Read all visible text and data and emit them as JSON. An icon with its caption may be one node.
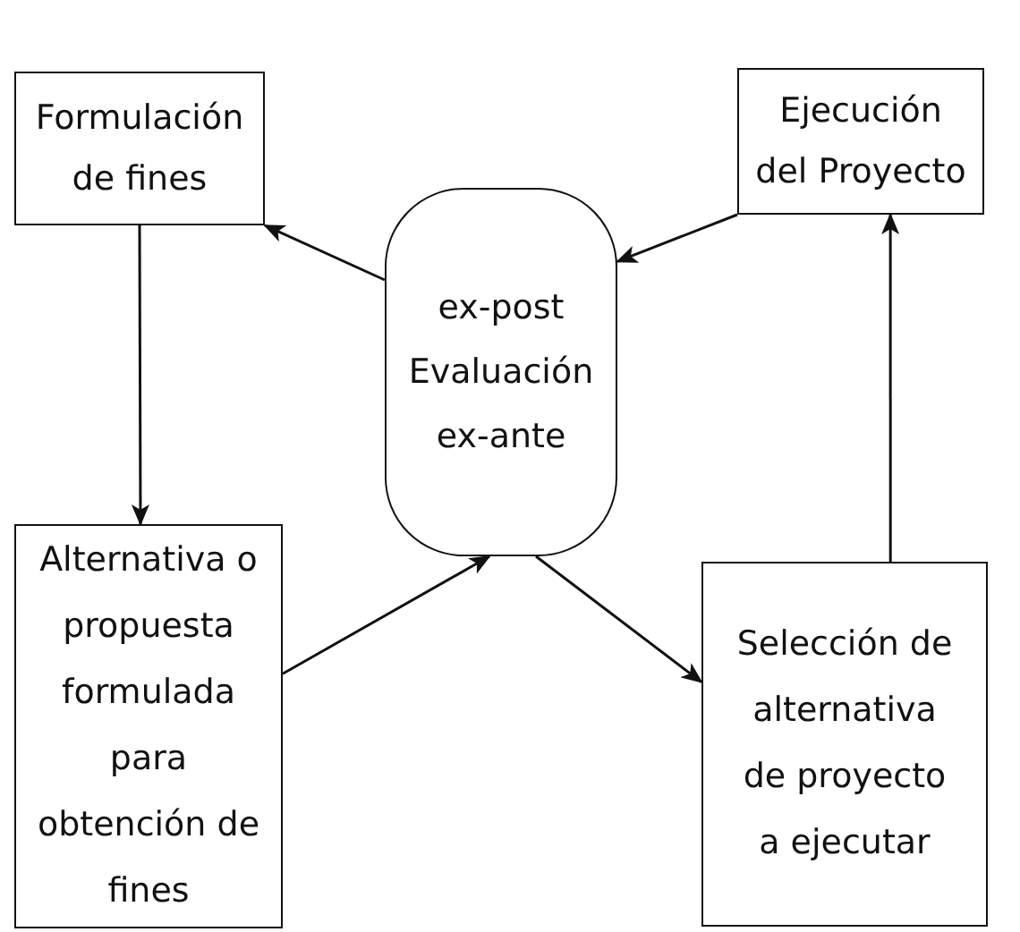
{
  "diagram": {
    "nodes": [
      {
        "text": [
          "Formulación de fines"
        ]
      },
      {
        "text": [
          "Ejecución del Proyecto"
        ]
      },
      {
        "text": [
          "ex-post Evaluación ex-ante"
        ]
      },
      {
        "text": [
          "Alternativa o propuesta formulada para obtención de fines"
        ]
      },
      {
        "text": [
          "Selección de alternativa de proyecto a ejecutar"
        ]
      }
    ],
    "edges": [
      {
        "from": 2,
        "to": 0,
        "arrow": "to"
      },
      {
        "from": 1,
        "to": 2,
        "arrow": "to"
      },
      {
        "from": 0,
        "to": 3,
        "arrow": "to"
      },
      {
        "from": 3,
        "to": 2,
        "arrow": "to"
      },
      {
        "from": 2,
        "to": 4,
        "arrow": "to"
      },
      {
        "from": 4,
        "to": 1,
        "arrow": "to"
      }
    ]
  }
}
